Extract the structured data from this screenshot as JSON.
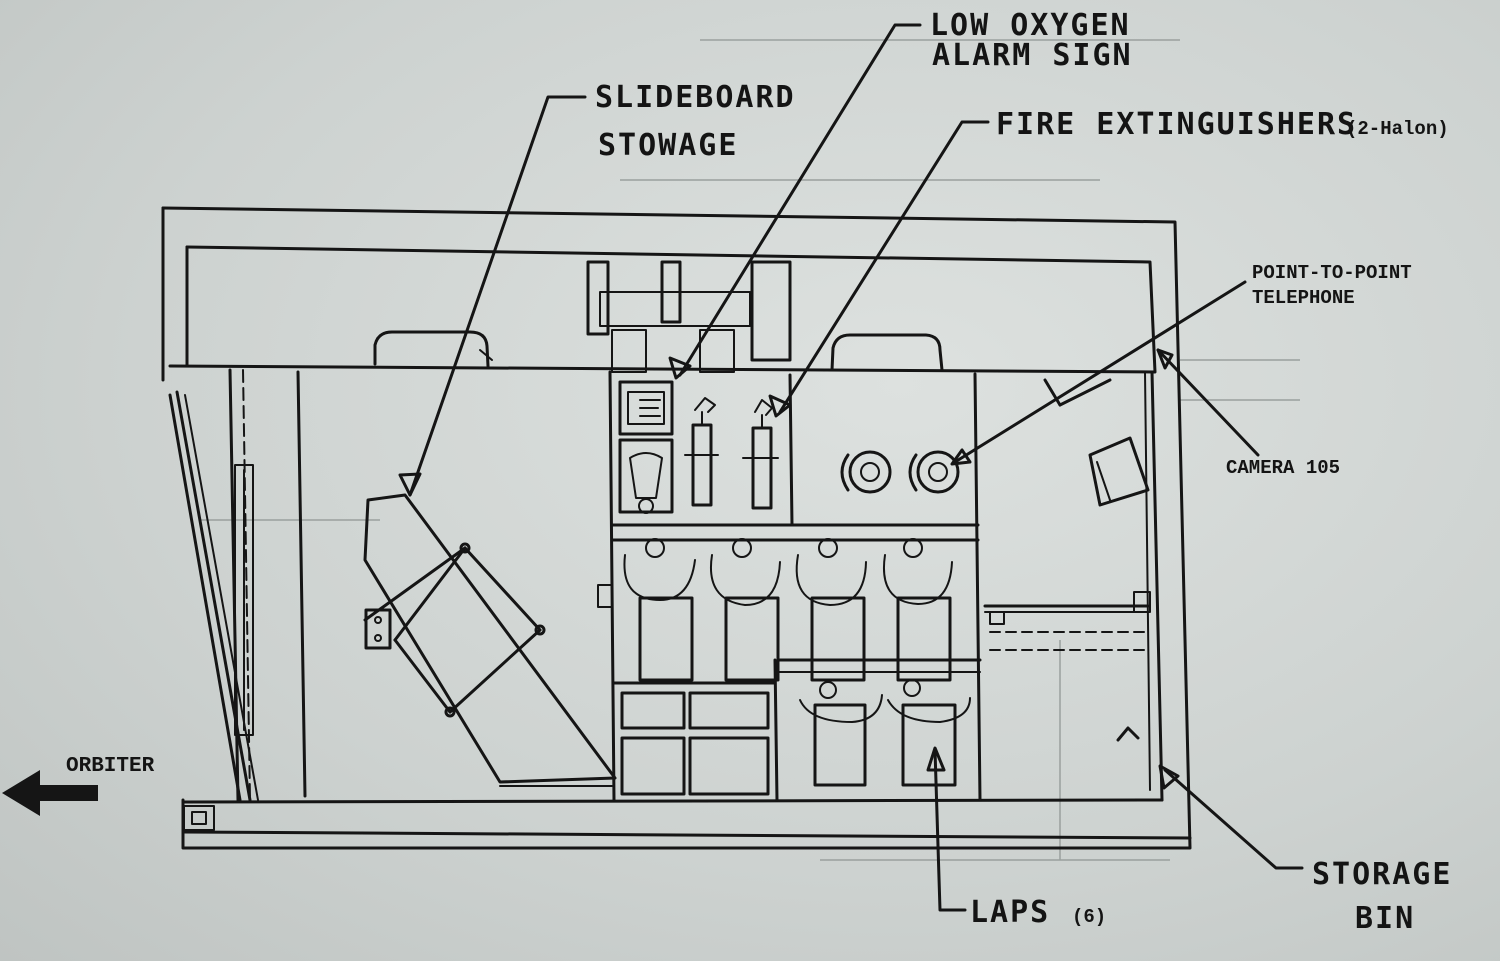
{
  "labels": {
    "slideboard_stowage": [
      "SLIDEBOARD",
      "STOWAGE"
    ],
    "low_oxygen": [
      "LOW OXYGEN",
      "ALARM SIGN"
    ],
    "fire_extinguishers": "FIRE EXTINGUISHERS",
    "fire_extinguishers_note": "(2-Halon)",
    "telephone": [
      "POINT-TO-POINT",
      "TELEPHONE"
    ],
    "camera": "CAMERA 105",
    "orbiter": "ORBITER",
    "storage_bin": [
      "STORAGE",
      "BIN"
    ],
    "laps": "LAPS",
    "laps_count": "(6)"
  },
  "colors": {
    "ink": "#151515",
    "paper": "#d3d8d6"
  }
}
